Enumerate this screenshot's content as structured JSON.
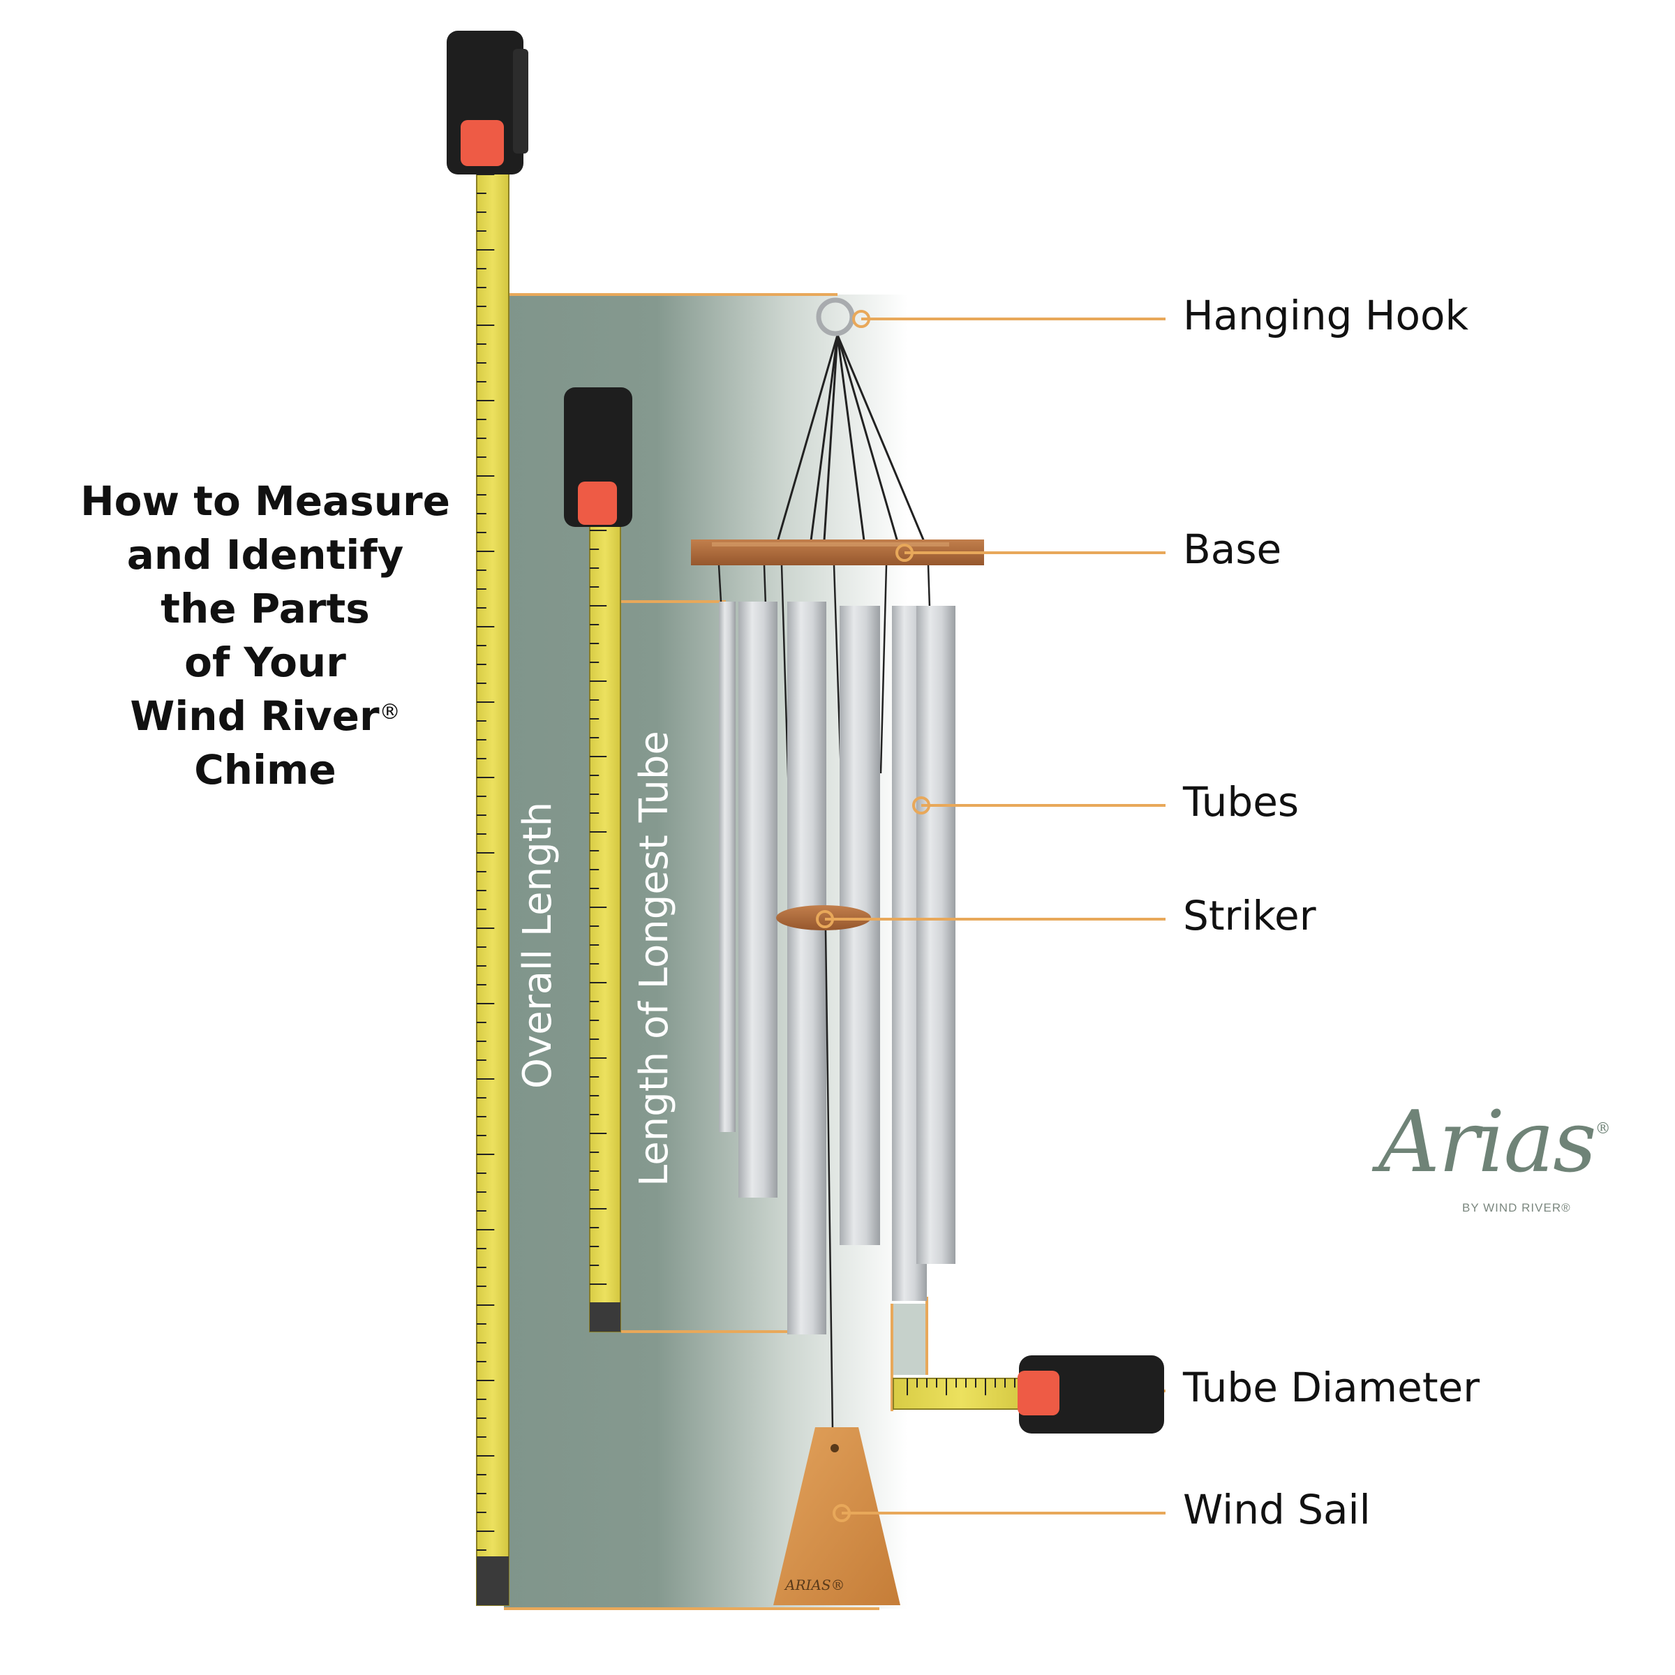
{
  "title": {
    "lines": [
      "How to Measure",
      "and Identify",
      "the Parts",
      "of Your"
    ],
    "brand_line": "Wind River",
    "registered_mark": "®",
    "last_line": "Chime"
  },
  "measurements": {
    "overall_length": "Overall Length",
    "longest_tube": "Length of Longest Tube"
  },
  "parts": [
    "Hanging Hook",
    "Base",
    "Tubes",
    "Striker",
    "Tube Diameter",
    "Wind Sail"
  ],
  "logo": {
    "word": "Arias",
    "registered_mark": "®",
    "tagline": "BY WIND RIVER®"
  },
  "wind_sail_mark": "ARIAS®",
  "colors": {
    "background": "#ffffff",
    "panel": "#80958b",
    "leader_line": "#e8a85a",
    "tape_yellow": "#e5d955",
    "tape_case": "#1e1e1e",
    "tape_button": "#ee5b45",
    "wood": "#b0703f",
    "tube_silver": "#c9cccf",
    "text": "#111111",
    "logo": "#6f8377"
  }
}
